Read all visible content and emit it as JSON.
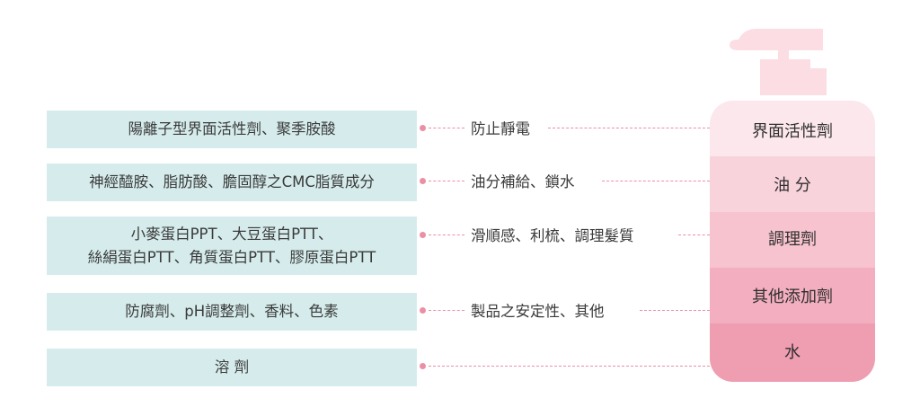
{
  "rows": [
    {
      "ingredients": "陽離子型界面活性劑、聚季胺酸",
      "function": "防止靜電",
      "layer": "界面活性劑"
    },
    {
      "ingredients": "神經醯胺、脂肪酸、膽固醇之CMC脂質成分",
      "function": "油分補給、鎖水",
      "layer": "油 分"
    },
    {
      "ingredients": "小麥蛋白PPT、大豆蛋白PTT、\n絲絹蛋白PTT、角質蛋白PTT、膠原蛋白PTT",
      "function": "滑順感、利梳、調理髮質",
      "layer": "調理劑"
    },
    {
      "ingredients": "防腐劑、pH調整劑、香料、色素",
      "function": "製品之安定性、其他",
      "layer": "其他添加劑"
    },
    {
      "ingredients": "溶 劑",
      "function": "",
      "layer": "水"
    }
  ],
  "colors": {
    "ingredient_box": "#d6ecec",
    "connector": "#ec8fa6",
    "bottle_cap": "#fbdde3",
    "layers": [
      "#fce8ec",
      "#f9d3dc",
      "#f7c3cf",
      "#f3afc0",
      "#ef9db1"
    ]
  }
}
